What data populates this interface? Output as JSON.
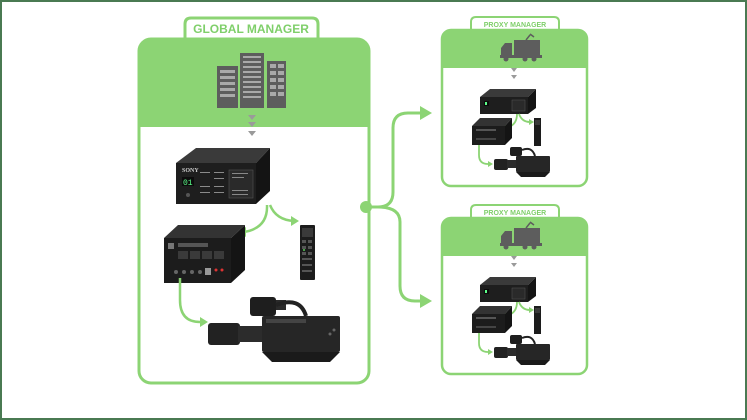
{
  "diagram": {
    "global": {
      "label": "GLOBAL MANAGER",
      "brand": "SONY",
      "display_digits": "01"
    },
    "proxies": [
      {
        "label": "PROXY MANAGER"
      },
      {
        "label": "PROXY MANAGER"
      }
    ],
    "colors": {
      "accent": "#8cd474",
      "accent_light": "#8fd779",
      "icon_gray": "#5d5d5d",
      "device_black": "#1e1e1e",
      "border": "#4a7a52"
    }
  }
}
